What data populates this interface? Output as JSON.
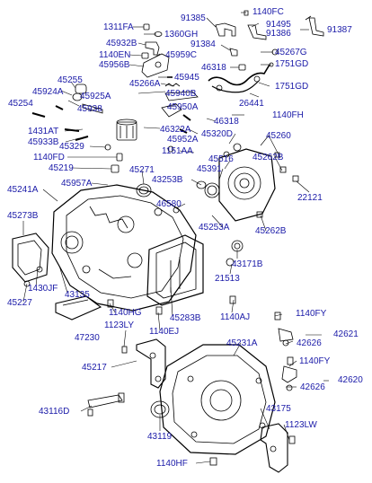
{
  "diagram": {
    "accent_color": "#1a1aa8",
    "line_color": "#000000",
    "part_numbers": [
      {
        "id": "p1311FA",
        "text": "1311FA"
      },
      {
        "id": "p1360GH",
        "text": "1360GH"
      },
      {
        "id": "p45932B",
        "text": "45932B"
      },
      {
        "id": "p1140EN",
        "text": "1140EN"
      },
      {
        "id": "p45959C",
        "text": "45959C"
      },
      {
        "id": "p45956B",
        "text": "45956B"
      },
      {
        "id": "p91385",
        "text": "91385"
      },
      {
        "id": "p1140FC",
        "text": "1140FC"
      },
      {
        "id": "p91495",
        "text": "91495"
      },
      {
        "id": "p91386",
        "text": "91386"
      },
      {
        "id": "p91387",
        "text": "91387"
      },
      {
        "id": "p91384",
        "text": "91384"
      },
      {
        "id": "p45267G",
        "text": "45267G"
      },
      {
        "id": "p46318a",
        "text": "46318"
      },
      {
        "id": "p1751GD_a",
        "text": "1751GD"
      },
      {
        "id": "p45945",
        "text": "45945"
      },
      {
        "id": "p45255",
        "text": "45255"
      },
      {
        "id": "p45266A",
        "text": "45266A"
      },
      {
        "id": "p45924A",
        "text": "45924A"
      },
      {
        "id": "p45940B",
        "text": "45940B"
      },
      {
        "id": "p1751GD_b",
        "text": "1751GD"
      },
      {
        "id": "p45925A",
        "text": "45925A"
      },
      {
        "id": "p26441",
        "text": "26441"
      },
      {
        "id": "p45254",
        "text": "45254"
      },
      {
        "id": "p45938",
        "text": "45938"
      },
      {
        "id": "p45950A",
        "text": "45950A"
      },
      {
        "id": "p1140FH",
        "text": "1140FH"
      },
      {
        "id": "p46318b",
        "text": "46318"
      },
      {
        "id": "p1431AT",
        "text": "1431AT"
      },
      {
        "id": "p46322A",
        "text": "46322A"
      },
      {
        "id": "p45320D",
        "text": "45320D"
      },
      {
        "id": "p45933B",
        "text": "45933B"
      },
      {
        "id": "p45952A",
        "text": "45952A"
      },
      {
        "id": "p45260",
        "text": "45260"
      },
      {
        "id": "p45329",
        "text": "45329"
      },
      {
        "id": "p1151AA",
        "text": "1151AA"
      },
      {
        "id": "p1140FD",
        "text": "1140FD"
      },
      {
        "id": "p45516",
        "text": "45516"
      },
      {
        "id": "p45262B_a",
        "text": "45262B"
      },
      {
        "id": "p45219",
        "text": "45219"
      },
      {
        "id": "p45271",
        "text": "45271"
      },
      {
        "id": "p45391",
        "text": "45391"
      },
      {
        "id": "p43253B",
        "text": "43253B"
      },
      {
        "id": "p45957A",
        "text": "45957A"
      },
      {
        "id": "p45241A",
        "text": "45241A"
      },
      {
        "id": "p22121",
        "text": "22121"
      },
      {
        "id": "p46580",
        "text": "46580"
      },
      {
        "id": "p45273B",
        "text": "45273B"
      },
      {
        "id": "p45253A",
        "text": "45253A"
      },
      {
        "id": "p45262B_b",
        "text": "45262B"
      },
      {
        "id": "p43171B",
        "text": "43171B"
      },
      {
        "id": "p1430JF",
        "text": "1430JF"
      },
      {
        "id": "p21513",
        "text": "21513"
      },
      {
        "id": "p43135",
        "text": "43135"
      },
      {
        "id": "p45227",
        "text": "45227"
      },
      {
        "id": "p45283B",
        "text": "45283B"
      },
      {
        "id": "p1140HG",
        "text": "1140HG"
      },
      {
        "id": "p1140AJ",
        "text": "1140AJ"
      },
      {
        "id": "p1140FY_a",
        "text": "1140FY"
      },
      {
        "id": "p47230",
        "text": "47230"
      },
      {
        "id": "p1123LY",
        "text": "1123LY"
      },
      {
        "id": "p1140EJ",
        "text": "1140EJ"
      },
      {
        "id": "p42621",
        "text": "42621"
      },
      {
        "id": "p45231A",
        "text": "45231A"
      },
      {
        "id": "p42626_a",
        "text": "42626"
      },
      {
        "id": "p45217",
        "text": "45217"
      },
      {
        "id": "p1140FY_b",
        "text": "1140FY"
      },
      {
        "id": "p42620",
        "text": "42620"
      },
      {
        "id": "p42626_b",
        "text": "42626"
      },
      {
        "id": "p43116D",
        "text": "43116D"
      },
      {
        "id": "p43175",
        "text": "43175"
      },
      {
        "id": "p1123LW",
        "text": "1123LW"
      },
      {
        "id": "p43119",
        "text": "43119"
      },
      {
        "id": "p1140HF",
        "text": "1140HF"
      }
    ]
  }
}
